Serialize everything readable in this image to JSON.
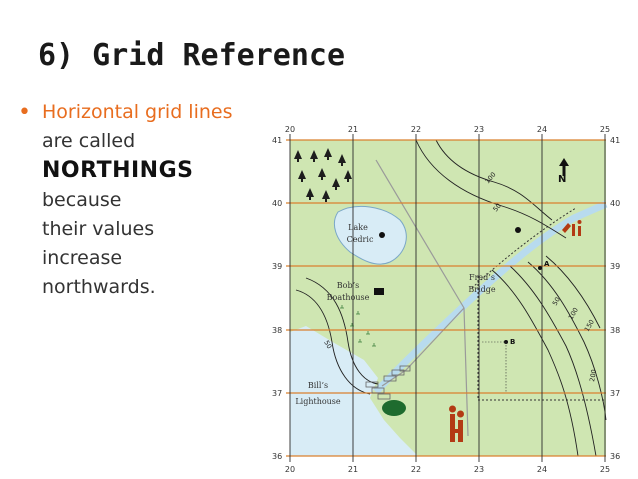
{
  "slide": {
    "title": "6) Grid Reference",
    "bullet_marker": "•",
    "lines": [
      "Horizontal grid lines",
      "are called",
      "NORTHINGS",
      "because",
      "their values",
      "increase",
      "northwards."
    ]
  },
  "map": {
    "eastings": [
      "20",
      "21",
      "22",
      "23",
      "24",
      "25"
    ],
    "northings": [
      "41",
      "40",
      "39",
      "38",
      "37",
      "36"
    ],
    "north_label": "N",
    "places": {
      "lake_line1": "Lake",
      "lake_line2": "Cedric",
      "boathouse_line1": "Bob’s",
      "boathouse_line2": "Boathouse",
      "bridge_line1": "Fred’s",
      "bridge_line2": "Bridge",
      "lighthouse_line1": "Bill’s",
      "lighthouse_line2": "Lighthouse"
    },
    "point_a": "A",
    "point_b": "B",
    "contours": {
      "c100_top": "100",
      "c50_top": "50",
      "c50_right": "50",
      "c100_right": "100",
      "c150_right": "150",
      "c200_right": "200",
      "c50_left": "50"
    },
    "colors": {
      "land": "#cfe6b2",
      "water": "#d8ecf6",
      "river": "#b8dbee",
      "grid_line": "#d9802f",
      "contour": "#222222",
      "marsh": "#2e7d32"
    }
  }
}
